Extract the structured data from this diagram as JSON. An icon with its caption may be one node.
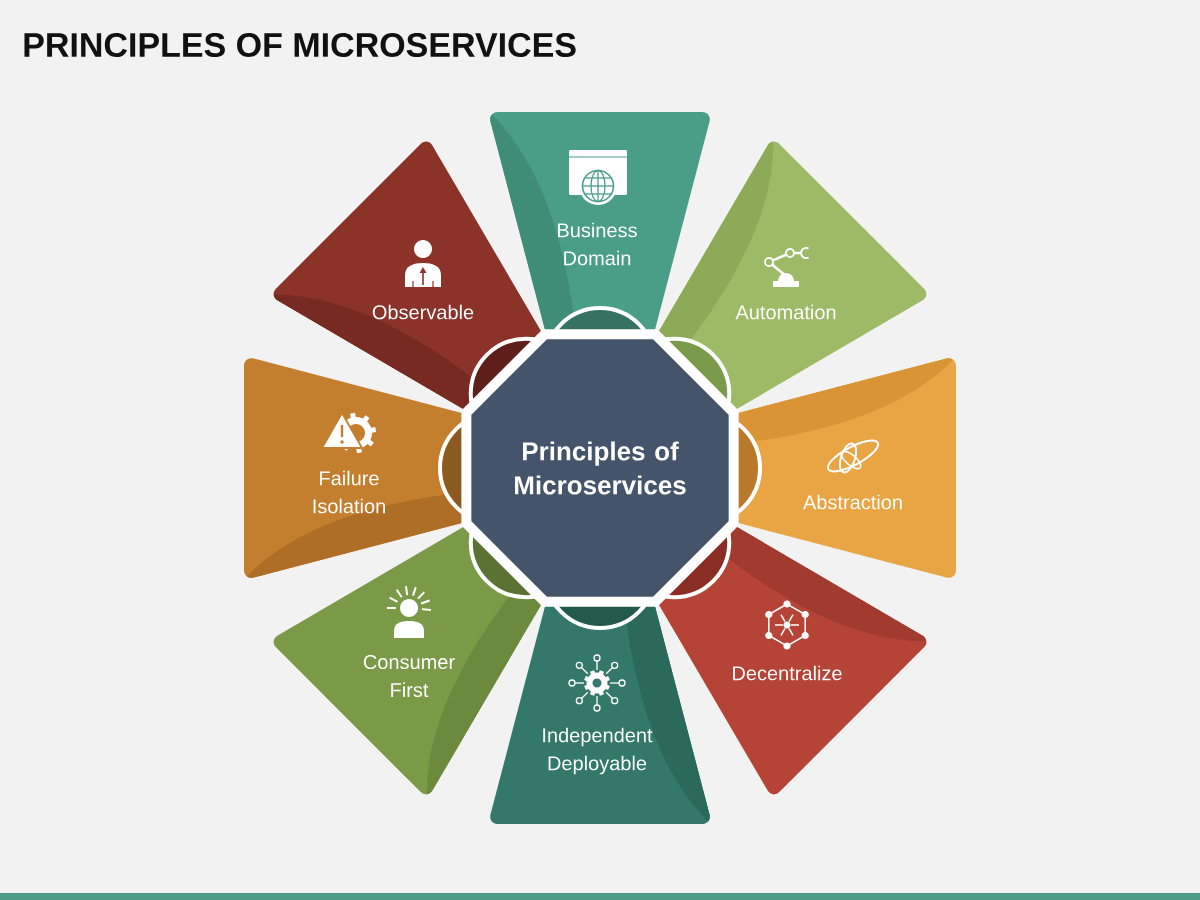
{
  "diagram": {
    "title": "PRINCIPLES OF MICROSERVICES",
    "nodes": [
      {
        "text": [
          "Principles of Microservices"
        ]
      },
      {
        "text": [
          "Business Domain"
        ]
      },
      {
        "text": [
          "Automation"
        ]
      },
      {
        "text": [
          "Abstraction"
        ]
      },
      {
        "text": [
          "Decentralize"
        ]
      },
      {
        "text": [
          "Independent Deployable"
        ]
      },
      {
        "text": [
          "Consumer First"
        ]
      },
      {
        "text": [
          "Failure Isolation"
        ]
      },
      {
        "text": [
          "Observable"
        ]
      }
    ]
  }
}
